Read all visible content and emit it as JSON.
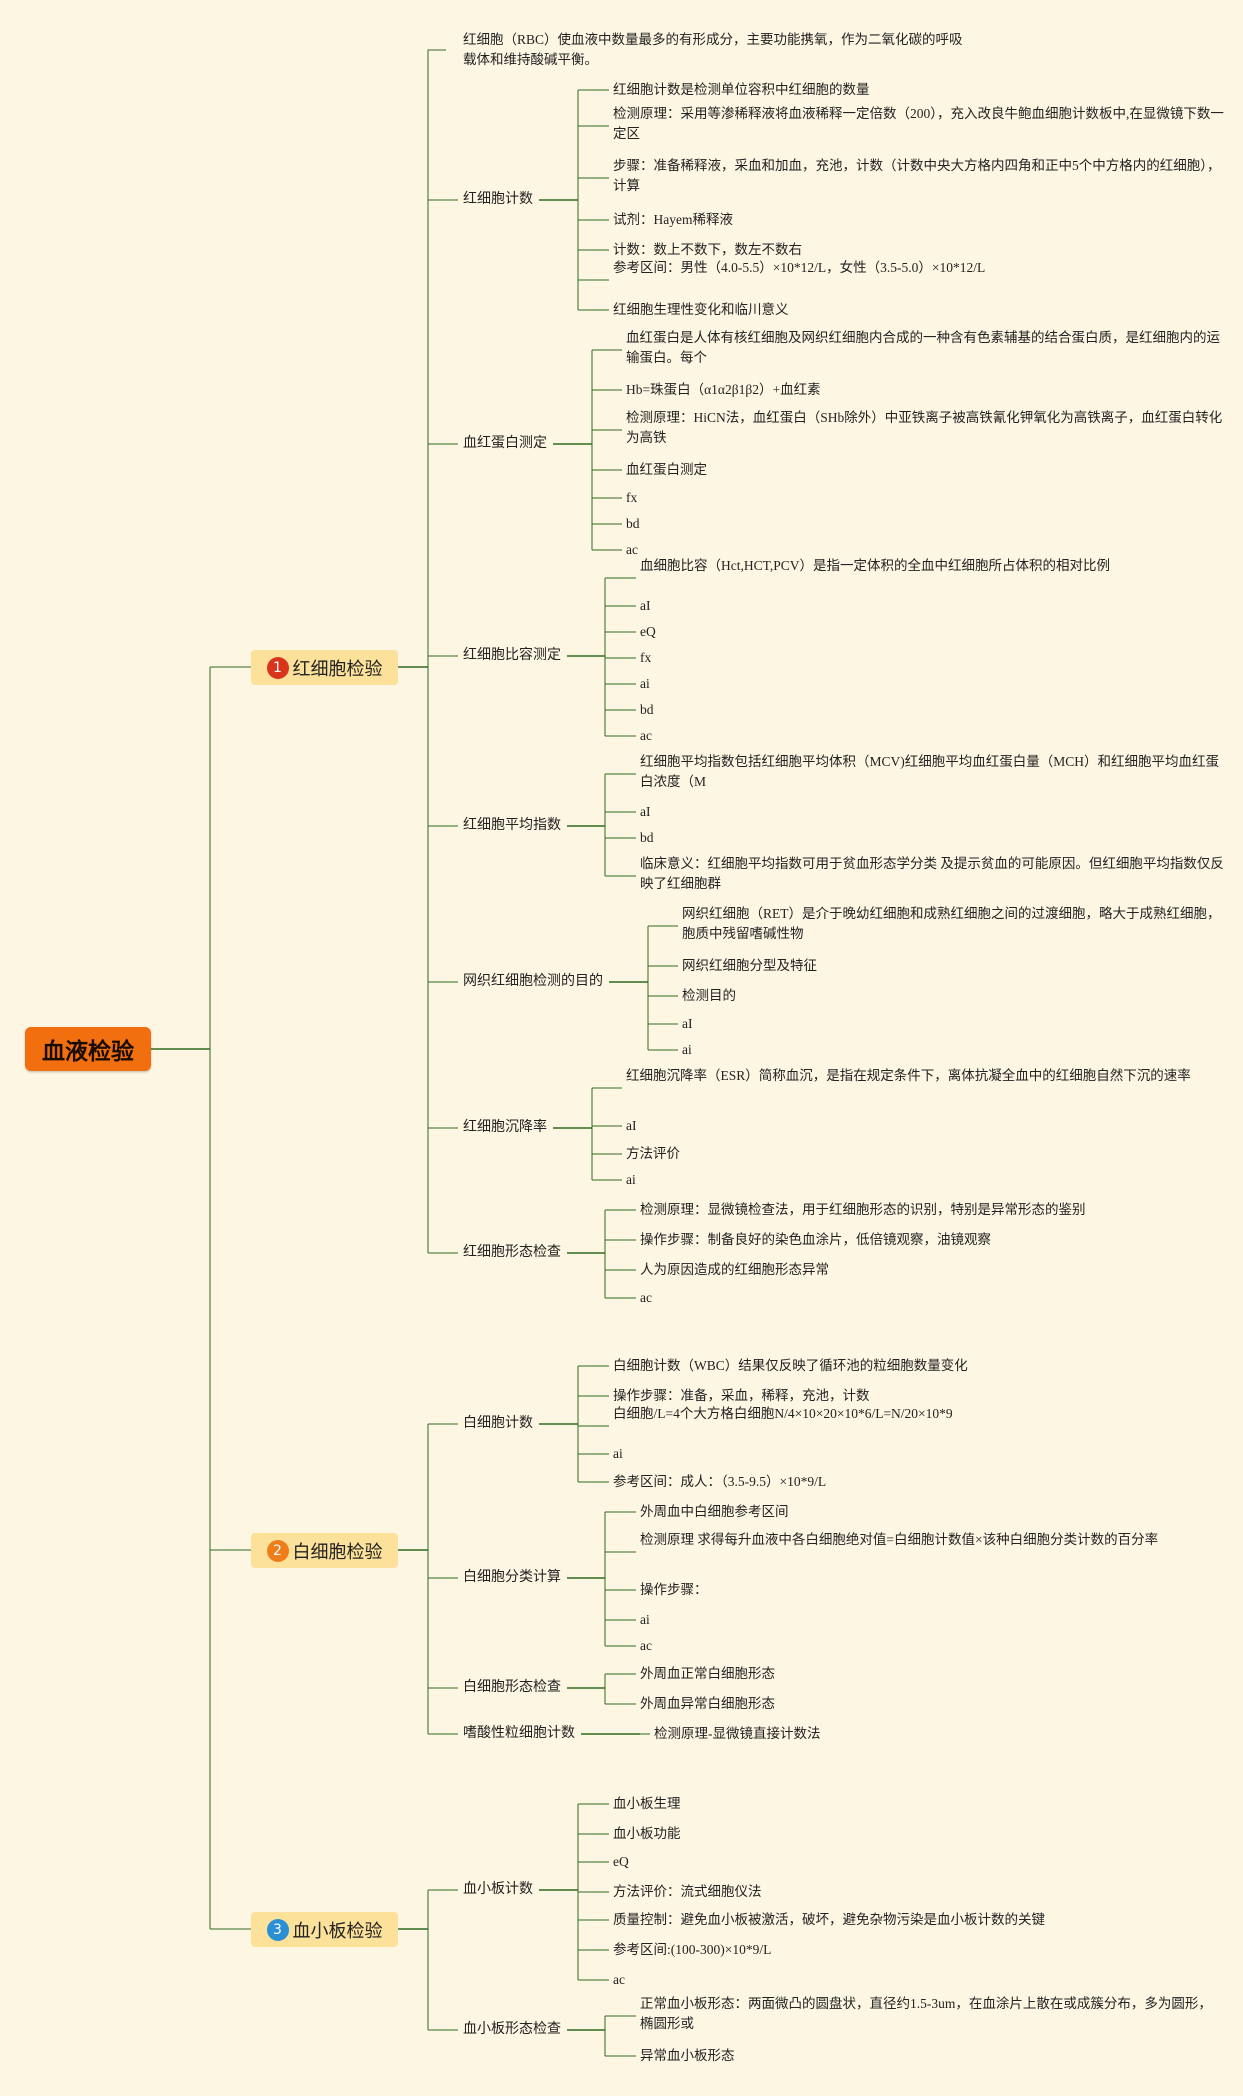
{
  "root": "血液检验",
  "intro": "红细胞（RBC）使血液中数量最多的有形成分，主要功能携氧，作为二氧化碳的呼吸载体和维持酸碱平衡。",
  "sections": [
    {
      "num": "1",
      "color": "#d9341c",
      "label": "红细胞检验",
      "topics": [
        {
          "label": "红细胞计数",
          "items": [
            "红细胞计数是检测单位容积中红细胞的数量",
            "检测原理：采用等渗稀释液将血液稀释一定倍数（200），充入改良牛鲍血细胞计数板中,在显微镜下数一定区",
            "步骤：准备稀释液，采血和加血，充池，计数（计数中央大方格内四角和正中5个中方格内的红细胞），计算",
            "试剂：Hayem稀释液",
            "计数：数上不数下，数左不数右",
            "参考区间：男性（4.0-5.5）×10*12/L，女性（3.5-5.0）×10*12/L",
            "红细胞生理性变化和临川意义"
          ]
        },
        {
          "label": "血红蛋白测定",
          "items": [
            "血红蛋白是人体有核红细胞及网织红细胞内合成的一种含有色素辅基的结合蛋白质，是红细胞内的运输蛋白。每个",
            "Hb=珠蛋白（α1α2β1β2）+血红素",
            "检测原理：HiCN法，血红蛋白（SHb除外）中亚铁离子被高铁氰化钾氧化为高铁离子，血红蛋白转化为高铁",
            "血红蛋白测定",
            "fx",
            "bd",
            "ac"
          ]
        },
        {
          "label": "红细胞比容测定",
          "items": [
            "血细胞比容（Hct,HCT,PCV）是指一定体积的全血中红细胞所占体积的相对比例",
            "aI",
            "eQ",
            "fx",
            "ai",
            "bd",
            "ac"
          ]
        },
        {
          "label": "红细胞平均指数",
          "items": [
            "红细胞平均指数包括红细胞平均体积（MCV)红细胞平均血红蛋白量（MCH）和红细胞平均血红蛋白浓度（M",
            "aI",
            "bd",
            "临床意义：红细胞平均指数可用于贫血形态学分类 及提示贫血的可能原因。但红细胞平均指数仅反映了红细胞群"
          ]
        },
        {
          "label": "网织红细胞检测的目的",
          "items": [
            "网织红细胞（RET）是介于晚幼红细胞和成熟红细胞之间的过渡细胞，略大于成熟红细胞，胞质中残留嗜碱性物",
            "网织红细胞分型及特征",
            "检测目的",
            "aI",
            "ai"
          ]
        },
        {
          "label": "红细胞沉降率",
          "items": [
            "红细胞沉降率（ESR）简称血沉，是指在规定条件下，离体抗凝全血中的红细胞自然下沉的速率",
            "aI",
            "方法评价",
            "ai"
          ]
        },
        {
          "label": "红细胞形态检查",
          "items": [
            "检测原理：显微镜检查法，用于红细胞形态的识别，特别是异常形态的鉴别",
            "操作步骤：制备良好的染色血涂片，低倍镜观察，油镜观察",
            "人为原因造成的红细胞形态异常",
            "ac"
          ]
        }
      ]
    },
    {
      "num": "2",
      "color": "#ef7d1a",
      "label": "白细胞检验",
      "topics": [
        {
          "label": "白细胞计数",
          "items": [
            "白细胞计数（WBC）结果仅反映了循环池的粒细胞数量变化",
            "操作步骤：准备，采血，稀释，充池，计数",
            "白细胞/L=4个大方格白细胞N/4×10×20×10*6/L=N/20×10*9",
            "ai",
            "参考区间：成人：（3.5-9.5）×10*9/L"
          ]
        },
        {
          "label": "白细胞分类计算",
          "items": [
            "外周血中白细胞参考区间",
            "检测原理 求得每升血液中各白细胞绝对值=白细胞计数值×该种白细胞分类计数的百分率",
            "操作步骤：",
            "ai",
            "ac"
          ]
        },
        {
          "label": "白细胞形态检查",
          "items": [
            "外周血正常白细胞形态",
            "外周血异常白细胞形态"
          ]
        },
        {
          "label": "嗜酸性粒细胞计数",
          "items": [
            "检测原理-显微镜直接计数法"
          ]
        }
      ]
    },
    {
      "num": "3",
      "color": "#2a8fd4",
      "label": "血小板检验",
      "topics": [
        {
          "label": "血小板计数",
          "items": [
            "血小板生理",
            "血小板功能",
            "eQ",
            "方法评价：流式细胞仪法",
            "质量控制：避免血小板被激活，破坏，避免杂物污染是血小板计数的关键",
            "参考区间:(100-300)×10*9/L",
            "ac"
          ]
        },
        {
          "label": "血小板形态检查",
          "items": [
            "正常血小板形态：两面微凸的圆盘状，直径约1.5-3um，在血涂片上散在或成簇分布，多为圆形，椭圆形或",
            "异常血小板形态"
          ]
        }
      ]
    }
  ]
}
